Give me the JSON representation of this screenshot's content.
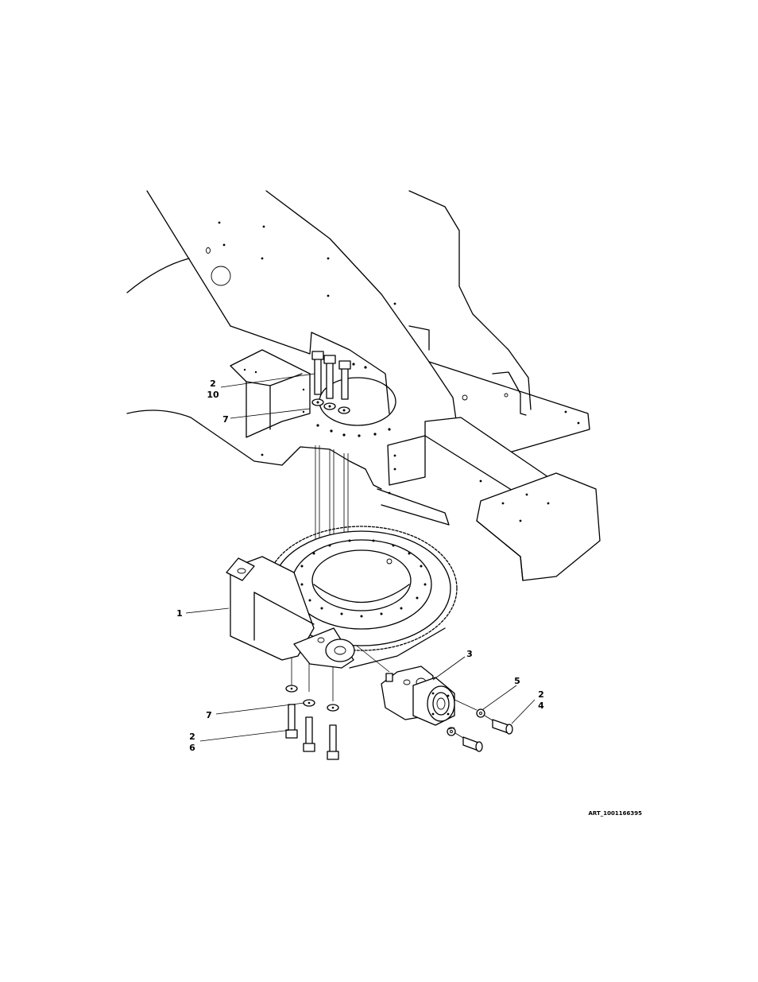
{
  "callouts": {
    "c2a": "2",
    "c10": "10",
    "c7a": "7",
    "c1": "1",
    "c3": "3",
    "c5": "5",
    "c2b": "2",
    "c4": "4",
    "c7b": "7",
    "c2c": "2",
    "c6": "6"
  },
  "art_reference": "ART_1001166395"
}
